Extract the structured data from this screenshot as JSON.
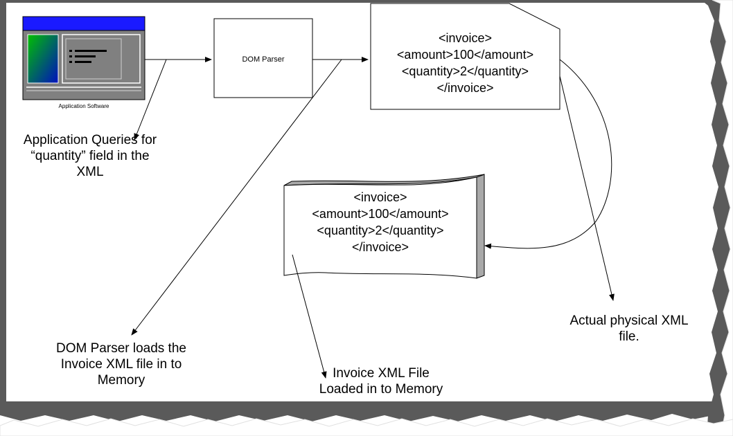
{
  "app_caption": "Application Software",
  "parser_label": "DOM Parser",
  "xml_file_lines": [
    "<invoice>",
    "<amount>100</amount>",
    "<quantity>2</quantity>",
    "</invoice>"
  ],
  "memory_xml_lines": [
    "<invoice>",
    "<amount>100</amount>",
    "<quantity>2</quantity>",
    "</invoice>"
  ],
  "annotations": {
    "app_queries": [
      "Application Queries for",
      "“quantity” field in the",
      "XML"
    ],
    "parser_loads": [
      "DOM Parser loads the",
      "Invoice XML file in to",
      "Memory"
    ],
    "memory_loaded": [
      "Invoice XML File",
      "Loaded in to Memory"
    ],
    "physical_file": [
      "Actual physical XML",
      "file."
    ]
  },
  "colors": {
    "app_title_bar": "#1a1aff",
    "app_body": "#808080",
    "app_gradient_start": "#00c000",
    "app_gradient_end": "#0010c0",
    "shadow_gray": "#5a5a5a",
    "memory_edge": "#a9a9a9"
  }
}
